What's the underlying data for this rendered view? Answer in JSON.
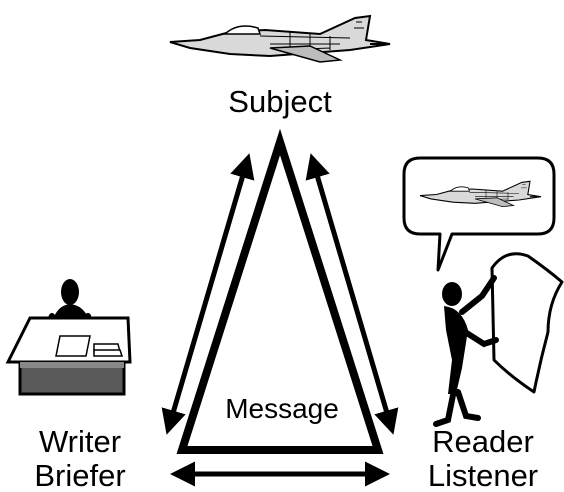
{
  "diagram": {
    "top_label": "Subject",
    "center_label": "Message",
    "left_label_line1": "Writer",
    "left_label_line2": "Briefer",
    "right_label_line1": "Reader",
    "right_label_line2": "Listener"
  },
  "icons": {
    "top": "fighter-jet-icon",
    "left": "person-at-desk-icon",
    "right": "person-with-sheet-icon",
    "bubble": "speech-bubble-jet-icon"
  },
  "colors": {
    "ink": "#000000",
    "desk": "#5a5a5a",
    "paper": "#ffffff",
    "jet_body": "#d9d9d9"
  }
}
